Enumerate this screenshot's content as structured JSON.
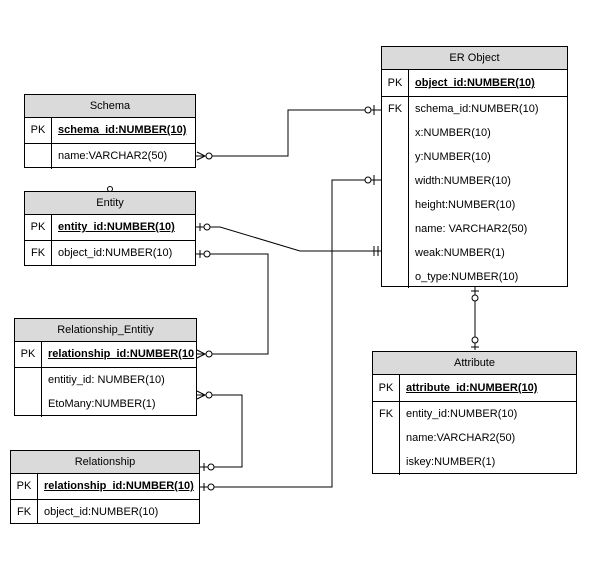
{
  "tables": {
    "er_object": {
      "title": "ER Object",
      "pk_key": "PK",
      "pk_field": "object_id:NUMBER(10)",
      "fk_key": "FK",
      "fields": [
        "schema_id:NUMBER(10)",
        "x:NUMBER(10)",
        "y:NUMBER(10)",
        "width:NUMBER(10)",
        "height:NUMBER(10)",
        "name: VARCHAR2(50)",
        "weak:NUMBER(1)",
        "o_type:NUMBER(10)"
      ]
    },
    "schema": {
      "title": "Schema",
      "pk_key": "PK",
      "pk_field": "schema_id:NUMBER(10)",
      "fields": [
        "name:VARCHAR2(50)"
      ]
    },
    "entity": {
      "title": "Entity",
      "pk_key": "PK",
      "pk_field": "entity_id:NUMBER(10)",
      "fk_key": "FK",
      "fields": [
        "object_id:NUMBER(10)"
      ]
    },
    "relationship_entity": {
      "title": "Relationship_Entitiy",
      "pk_key": "PK",
      "pk_field": "relationship_id:NUMBER(10",
      "fields": [
        "entitiy_id: NUMBER(10)",
        "EtoMany:NUMBER(1)"
      ]
    },
    "relationship": {
      "title": "Relationship",
      "pk_key": "PK",
      "pk_field": "relationship_id:NUMBER(10)",
      "fk_key": "FK",
      "fields": [
        "object_id:NUMBER(10)"
      ]
    },
    "attribute": {
      "title": "Attribute",
      "pk_key": "PK",
      "pk_field": "attribute_id:NUMBER(10)",
      "fk_key": "FK",
      "fields": [
        "entity_id:NUMBER(10)",
        "name:VARCHAR2(50)",
        "iskey:NUMBER(1)"
      ]
    }
  }
}
